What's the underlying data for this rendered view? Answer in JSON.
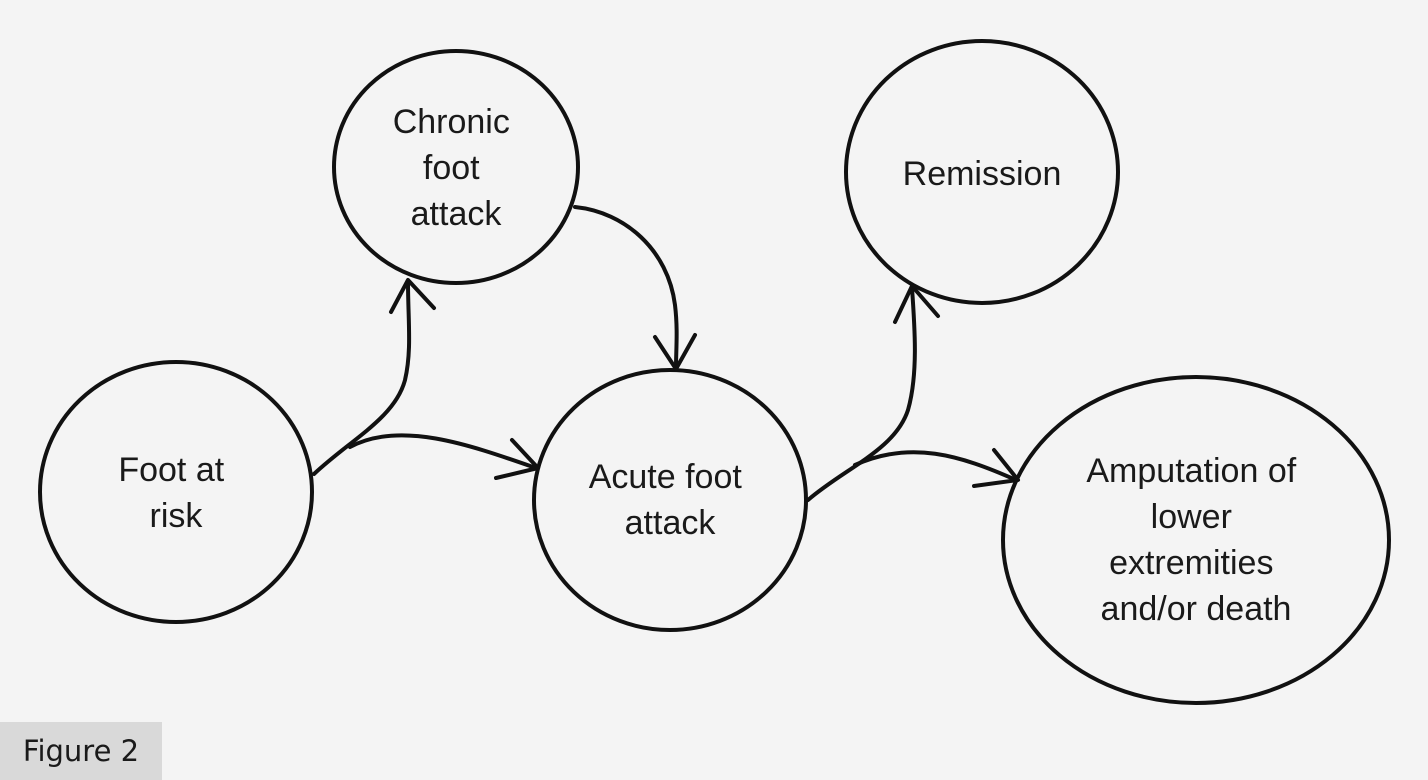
{
  "nodes": {
    "foot_at_risk": {
      "lines": [
        "Foot at",
        "risk"
      ]
    },
    "chronic_foot_attack": {
      "lines": [
        "Chronic",
        "foot",
        "attack"
      ]
    },
    "acute_foot_attack": {
      "lines": [
        "Acute foot",
        "attack"
      ]
    },
    "remission": {
      "lines": [
        "Remission"
      ]
    },
    "amputation": {
      "lines": [
        "Amputation of",
        "lower",
        "extremities",
        "and/or death"
      ]
    }
  },
  "edges": [
    {
      "from": "foot_at_risk",
      "to": "chronic_foot_attack"
    },
    {
      "from": "foot_at_risk",
      "to": "acute_foot_attack"
    },
    {
      "from": "chronic_foot_attack",
      "to": "acute_foot_attack"
    },
    {
      "from": "acute_foot_attack",
      "to": "remission"
    },
    {
      "from": "acute_foot_attack",
      "to": "amputation"
    }
  ],
  "figure_label": "Figure 2"
}
